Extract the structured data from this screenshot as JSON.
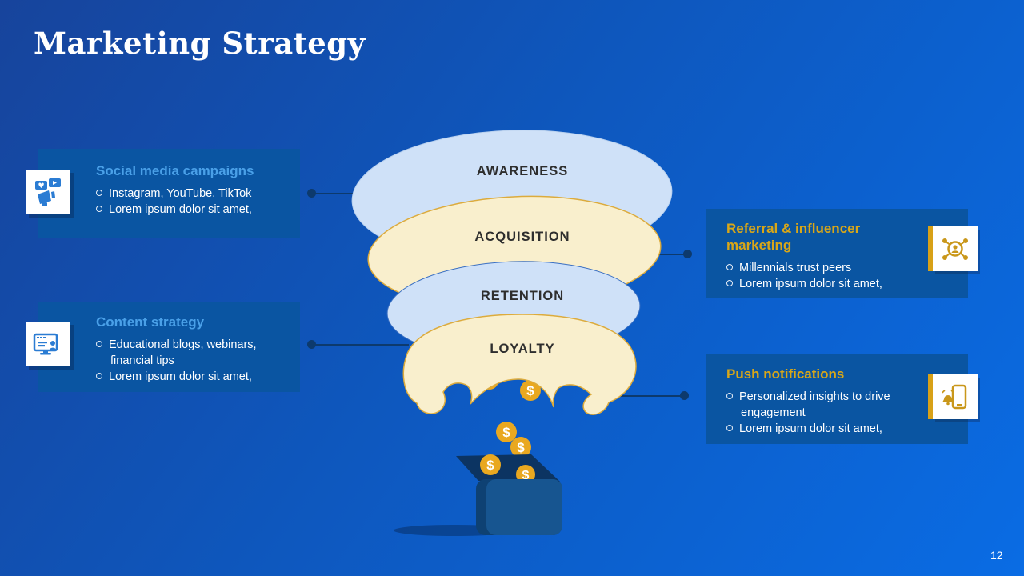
{
  "slide": {
    "title": "Marketing Strategy",
    "page_number": "12"
  },
  "funnel": {
    "coin_symbol": "$",
    "stages": [
      {
        "label": "AWARENESS"
      },
      {
        "label": "ACQUISITION"
      },
      {
        "label": "RETENTION"
      },
      {
        "label": "LOYALTY"
      }
    ]
  },
  "callouts": {
    "left": [
      {
        "title": "Social media campaigns",
        "bullets": [
          "Instagram, YouTube, TikTok",
          "Lorem ipsum dolor sit amet,"
        ],
        "icon": "social-media-megaphone-icon"
      },
      {
        "title": "Content strategy",
        "bullets": [
          "Educational blogs, webinars, financial tips",
          "Lorem ipsum dolor sit amet,"
        ],
        "icon": "content-strategy-browser-icon"
      }
    ],
    "right": [
      {
        "title": "Referral & influencer marketing",
        "bullets": [
          "Millennials trust peers",
          "Lorem ipsum dolor sit amet,"
        ],
        "icon": "influencer-network-icon"
      },
      {
        "title": "Push notifications",
        "bullets": [
          "Personalized insights to drive engagement",
          "Lorem ipsum dolor sit amet,"
        ],
        "icon": "phone-notification-icon"
      }
    ]
  },
  "colors": {
    "background_top": "#17449c",
    "background_bottom": "#0a6ce4",
    "callout_bg": "#0a55a2",
    "left_heading": "#4aa0e8",
    "right_heading": "#d9a718",
    "funnel_blue": "#cfe1f8",
    "funnel_cream": "#f9efcd",
    "funnel_gold_stroke": "#dcab3d",
    "coin_gold": "#e9a820",
    "connector": "#0d3a6d",
    "icon_blue": "#2b7cd3",
    "icon_gold": "#c9971a",
    "stage_text": "#2e2e2e",
    "body_text": "#ffffff"
  }
}
